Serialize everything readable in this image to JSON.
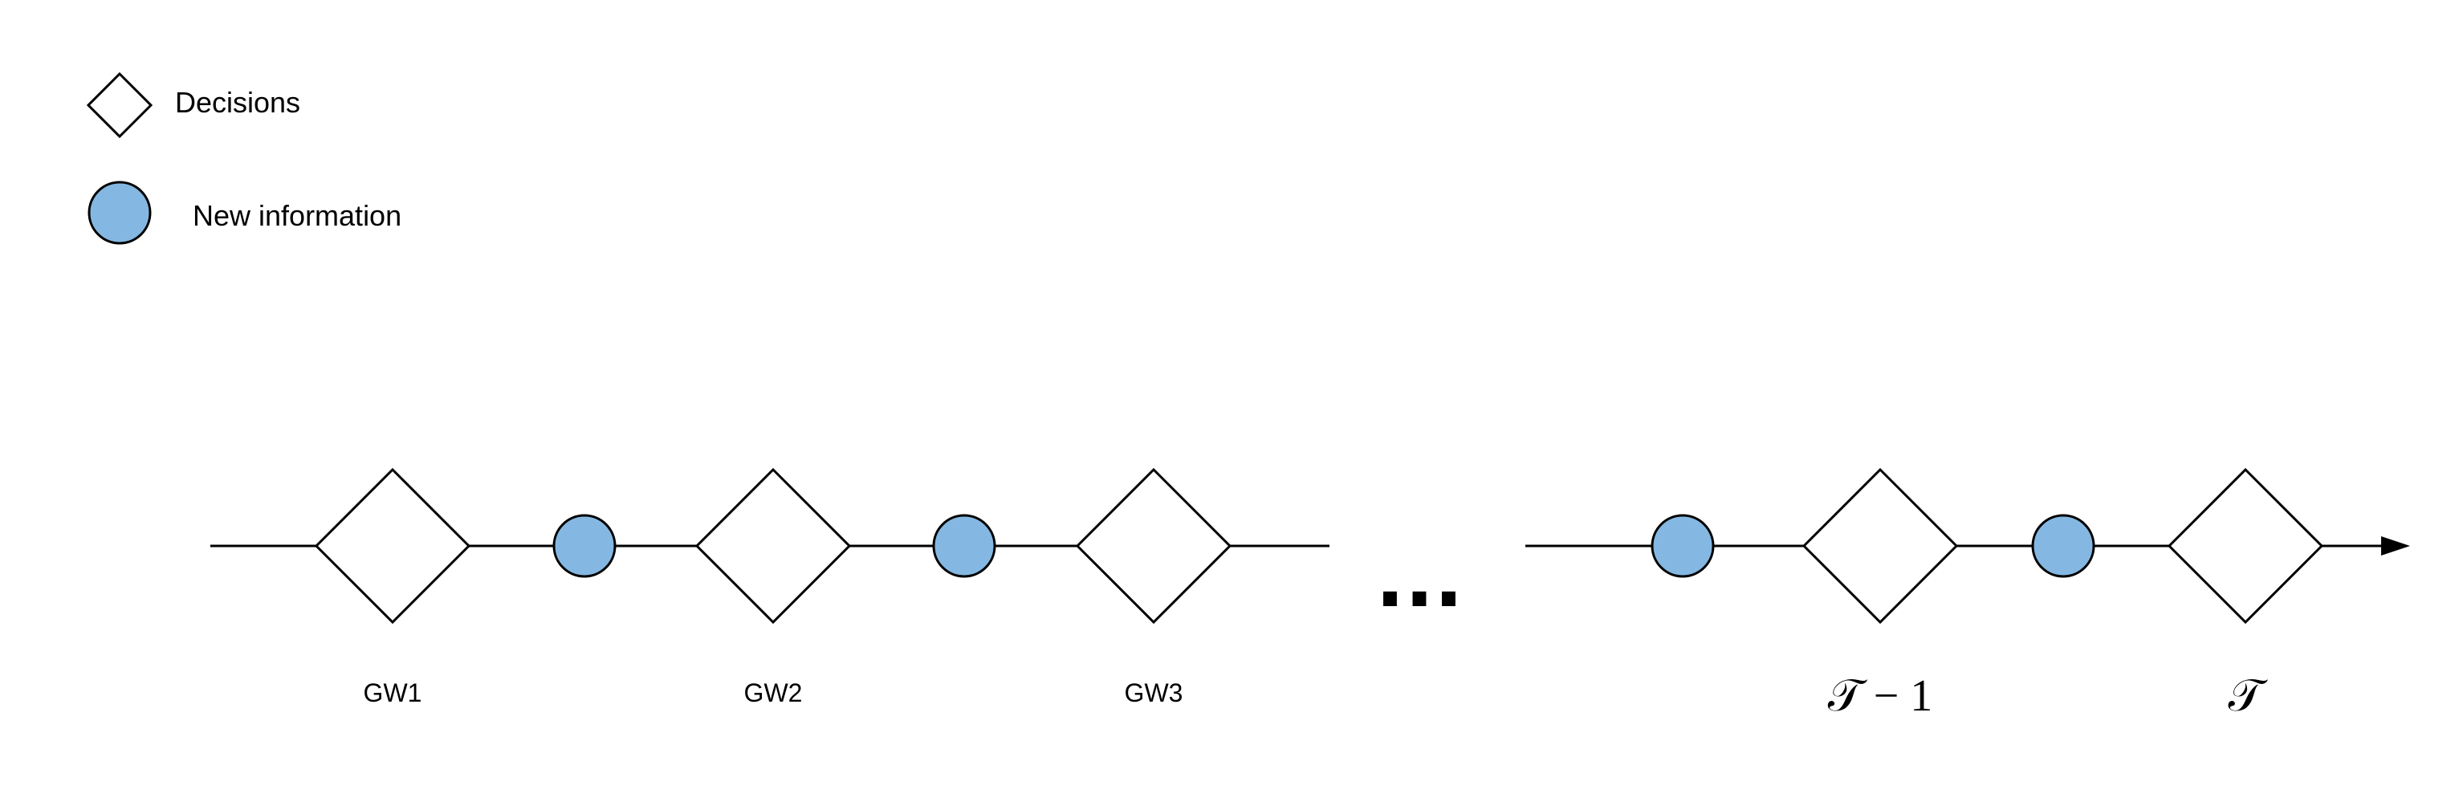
{
  "legend": {
    "decision_label": "Decisions",
    "info_label": "New information"
  },
  "stages": {
    "gw1": "GW1",
    "gw2": "GW2",
    "gw3": "GW3",
    "t_minus_1": "𝒯 − 1",
    "t": "𝒯"
  },
  "ellipsis": "...",
  "colors": {
    "info_fill": "#84b8e2",
    "stroke": "#000000"
  },
  "icons": {
    "decision": "diamond-icon",
    "info": "circle-icon"
  }
}
